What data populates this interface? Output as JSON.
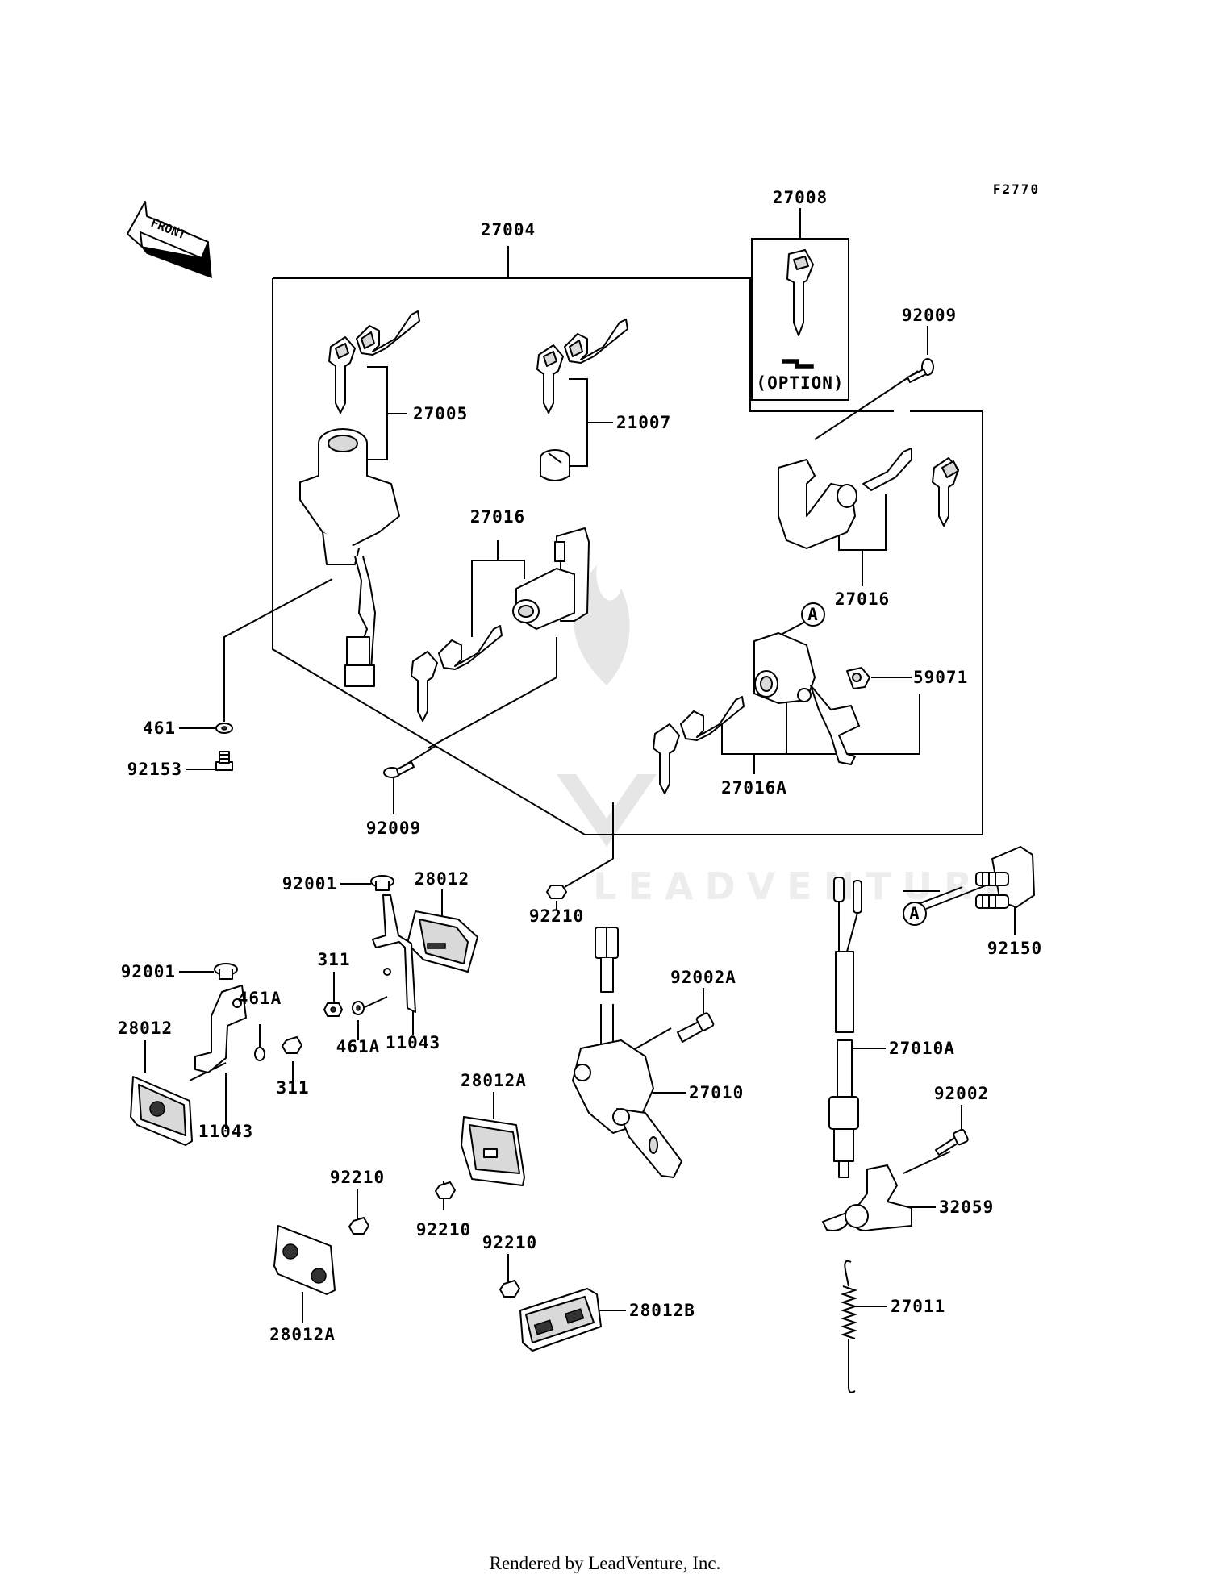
{
  "diagram": {
    "figure_code": "F2770",
    "front_label": "FRONT",
    "option_label": "(OPTION)",
    "footer": "Rendered by LeadVenture, Inc.",
    "watermark": "LEADVENTURE",
    "ref_marker": "A",
    "parts": [
      {
        "id": "27004",
        "label": "27004"
      },
      {
        "id": "27008",
        "label": "27008"
      },
      {
        "id": "92009-top",
        "label": "92009"
      },
      {
        "id": "27005",
        "label": "27005"
      },
      {
        "id": "21007",
        "label": "21007"
      },
      {
        "id": "27016-mid",
        "label": "27016"
      },
      {
        "id": "27016-right",
        "label": "27016"
      },
      {
        "id": "59071",
        "label": "59071"
      },
      {
        "id": "27016A",
        "label": "27016A"
      },
      {
        "id": "461",
        "label": "461"
      },
      {
        "id": "92153",
        "label": "92153"
      },
      {
        "id": "92009-bottom",
        "label": "92009"
      },
      {
        "id": "92001-top",
        "label": "92001"
      },
      {
        "id": "28012-top",
        "label": "28012"
      },
      {
        "id": "92210-a",
        "label": "92210"
      },
      {
        "id": "92150",
        "label": "92150"
      },
      {
        "id": "92001-left",
        "label": "92001"
      },
      {
        "id": "311-top",
        "label": "311"
      },
      {
        "id": "461A-left",
        "label": "461A"
      },
      {
        "id": "28012-left",
        "label": "28012"
      },
      {
        "id": "461A-mid",
        "label": "461A"
      },
      {
        "id": "11043-mid",
        "label": "11043"
      },
      {
        "id": "311-left",
        "label": "311"
      },
      {
        "id": "11043-left",
        "label": "11043"
      },
      {
        "id": "92002A",
        "label": "92002A"
      },
      {
        "id": "27010A",
        "label": "27010A"
      },
      {
        "id": "27010",
        "label": "27010"
      },
      {
        "id": "28012A-mid",
        "label": "28012A"
      },
      {
        "id": "92002",
        "label": "92002"
      },
      {
        "id": "32059",
        "label": "32059"
      },
      {
        "id": "92210-b",
        "label": "92210"
      },
      {
        "id": "92210-c",
        "label": "92210"
      },
      {
        "id": "92210-d",
        "label": "92210"
      },
      {
        "id": "28012A-left",
        "label": "28012A"
      },
      {
        "id": "28012B",
        "label": "28012B"
      },
      {
        "id": "27011",
        "label": "27011"
      }
    ]
  }
}
